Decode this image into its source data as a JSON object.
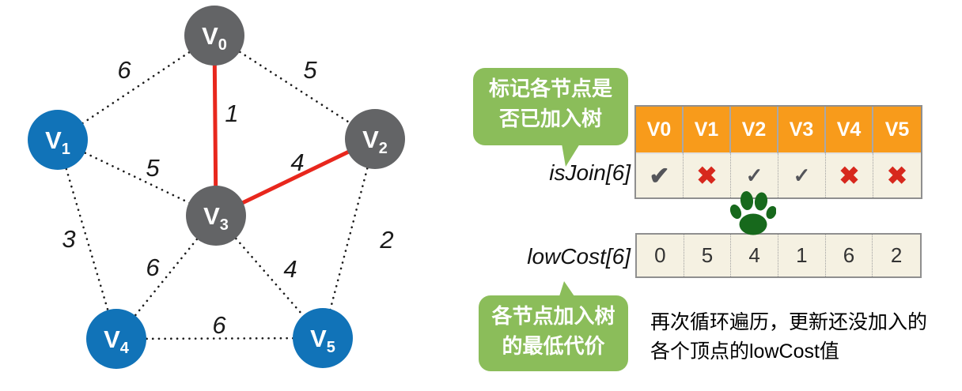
{
  "graph": {
    "nodes": [
      {
        "id": "V0",
        "label": "V",
        "sub": "0",
        "status": "joined"
      },
      {
        "id": "V1",
        "label": "V",
        "sub": "1",
        "status": "not-joined"
      },
      {
        "id": "V2",
        "label": "V",
        "sub": "2",
        "status": "joined"
      },
      {
        "id": "V3",
        "label": "V",
        "sub": "3",
        "status": "joined"
      },
      {
        "id": "V4",
        "label": "V",
        "sub": "4",
        "status": "not-joined"
      },
      {
        "id": "V5",
        "label": "V",
        "sub": "5",
        "status": "not-joined"
      }
    ],
    "edges": [
      {
        "from": "V0",
        "to": "V1",
        "weight": "6",
        "style": "dotted"
      },
      {
        "from": "V0",
        "to": "V2",
        "weight": "5",
        "style": "dotted"
      },
      {
        "from": "V0",
        "to": "V3",
        "weight": "1",
        "style": "tree"
      },
      {
        "from": "V1",
        "to": "V3",
        "weight": "5",
        "style": "dotted"
      },
      {
        "from": "V2",
        "to": "V3",
        "weight": "4",
        "style": "tree"
      },
      {
        "from": "V1",
        "to": "V4",
        "weight": "3",
        "style": "dotted"
      },
      {
        "from": "V3",
        "to": "V4",
        "weight": "6",
        "style": "dotted"
      },
      {
        "from": "V3",
        "to": "V5",
        "weight": "4",
        "style": "dotted"
      },
      {
        "from": "V2",
        "to": "V5",
        "weight": "2",
        "style": "dotted"
      },
      {
        "from": "V4",
        "to": "V5",
        "weight": "6",
        "style": "dotted"
      }
    ],
    "colors": {
      "joined_node": "#636466",
      "not_joined_node": "#1173b8",
      "tree_edge": "#e8271d",
      "dotted_edge": "#1a1a1a"
    }
  },
  "isjoin": {
    "label": "isJoin[6]",
    "bubble_line1": "标记各节点是",
    "bubble_line2": "否已加入树",
    "headers": [
      "V0",
      "V1",
      "V2",
      "V3",
      "V4",
      "V5"
    ],
    "cells": [
      {
        "glyph": "✔",
        "state": "joined"
      },
      {
        "glyph": "✖",
        "state": "not-joined"
      },
      {
        "glyph": "✓",
        "state": "joined"
      },
      {
        "glyph": "✓",
        "state": "joined"
      },
      {
        "glyph": "✖",
        "state": "not-joined"
      },
      {
        "glyph": "✖",
        "state": "not-joined"
      }
    ],
    "colors": {
      "header_bg": "#f89b1b",
      "body_bg": "#f5f1e2",
      "check": "#54555a",
      "cross": "#d7281d"
    }
  },
  "lowcost": {
    "label": "lowCost[6]",
    "bubble_line1": "各节点加入树",
    "bubble_line2": "的最低代价",
    "values": [
      "0",
      "5",
      "4",
      "1",
      "6",
      "2"
    ]
  },
  "caption": {
    "line1": "再次循环遍历，更新还没加入的",
    "line2": "各个顶点的lowCost值"
  },
  "bubble_color": "#8bbd5a",
  "paw_color": "#17691c"
}
